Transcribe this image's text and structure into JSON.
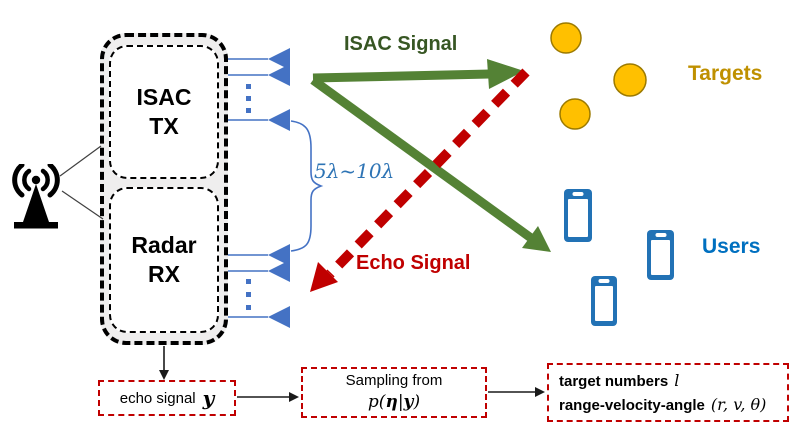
{
  "colors": {
    "green_arrow": "#548235",
    "green_text": "#375623",
    "red": "#C00000",
    "blue": "#4472C4",
    "blue_text": "#2E74B5",
    "target_fill": "#FFC000",
    "target_text": "#BF9000",
    "users_text": "#0070C0",
    "phone_blue": "#2272B5",
    "container_fill": "#EFEEEE"
  },
  "transmitter": {
    "tx_line1": "ISAC",
    "tx_line2": "TX",
    "rx_line1": "Radar",
    "rx_line2": "RX",
    "spacing_label": "5λ~10λ"
  },
  "signals": {
    "isac_label": "ISAC Signal",
    "echo_label": "Echo Signal"
  },
  "scene": {
    "targets_label": "Targets",
    "users_label": "Users"
  },
  "pipeline": {
    "echo_box": {
      "text": "echo signal",
      "symbol": "y"
    },
    "sampling_box": {
      "line1": "Sampling from",
      "expr_p": "p(",
      "expr_eta": "η",
      "expr_bar": "|",
      "expr_y": "y",
      "expr_close": ")"
    },
    "output_box": {
      "line1_text": "target numbers",
      "line1_symbol": "l",
      "line2_text": "range-velocity-angle",
      "line2_symbol": "(r, v, θ)"
    }
  }
}
